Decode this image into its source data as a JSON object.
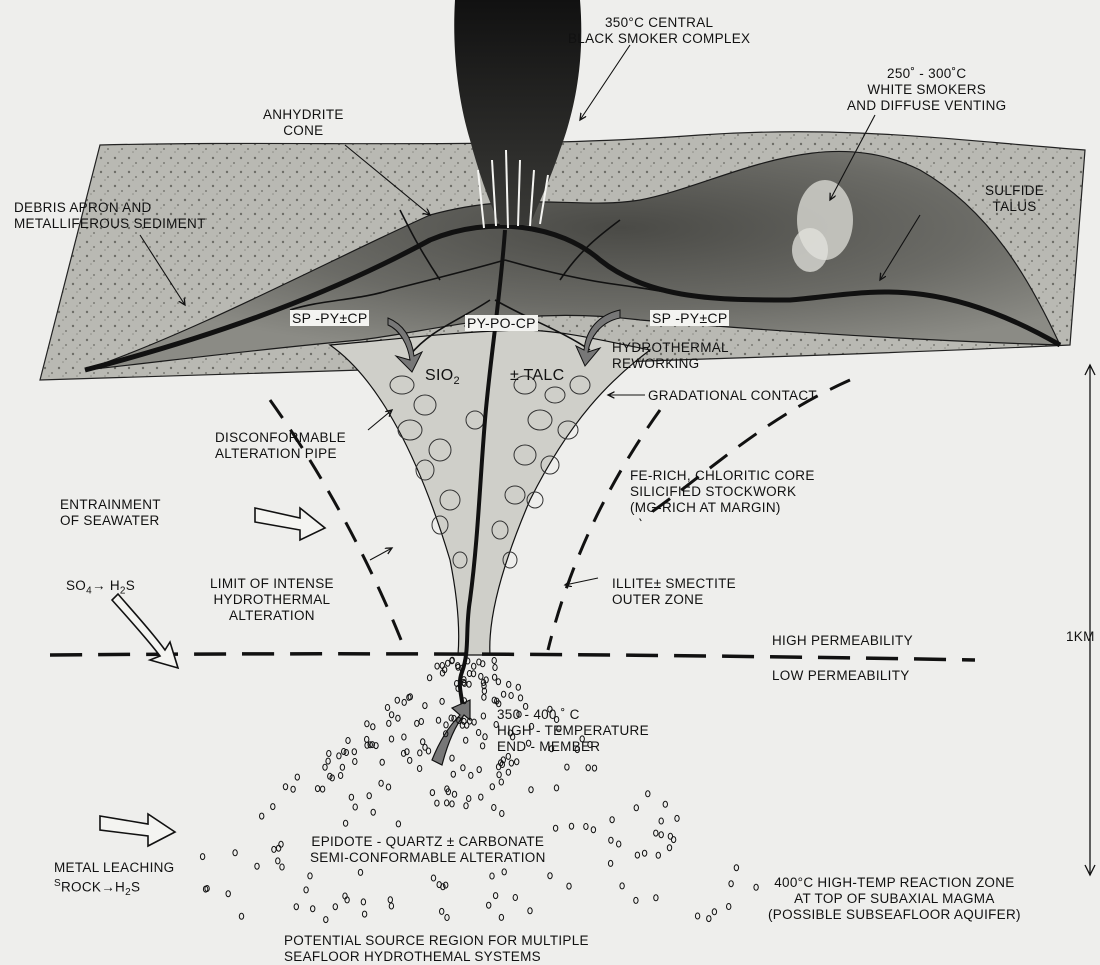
{
  "labels": {
    "black_smoker": [
      "350°C CENTRAL",
      "BLACK SMOKER COMPLEX"
    ],
    "white_smokers": [
      "250˚ - 300˚C",
      "WHITE SMOKERS",
      "AND DIFFUSE VENTING"
    ],
    "anhydrite_cone": [
      "ANHYDRITE",
      "CONE"
    ],
    "sulfide_talus": [
      "SULFIDE",
      "TALUS"
    ],
    "debris_apron": [
      "DEBRIS APRON AND",
      "METALLIFEROUS SEDIMENT"
    ],
    "sp_py_cp_left": "SP -PY±CP",
    "py_po_cp": "PY-PO-CP",
    "sp_py_cp_right": "SP -PY±CP",
    "hydrothermal_reworking": [
      "HYDROTHERMAL",
      "REWORKING"
    ],
    "sio2": "SIO",
    "sio2_sub": "2",
    "talc": "± TALC",
    "gradational_contact": "GRADATIONAL CONTACT",
    "disconformable": [
      "DISCONFORMABLE",
      "ALTERATION PIPE"
    ],
    "fe_rich": [
      "FE-RICH, CHLORITIC CORE",
      "SILICIFIED STOCKWORK",
      "(MG-RICH AT MARGIN)"
    ],
    "entrainment": [
      "ENTRAINMENT",
      "OF SEAWATER"
    ],
    "so4_main": "SO",
    "so4_sub": "4",
    "h2s_main": "H",
    "h2s_sub": "2",
    "h2s_end": "S",
    "limit": [
      "LIMIT OF INTENSE",
      "HYDROTHERMAL",
      "ALTERATION"
    ],
    "illite": [
      "ILLITE± SMECTITE",
      "OUTER ZONE"
    ],
    "high_perm": "HIGH  PERMEABILITY",
    "low_perm": "LOW  PERMEABILITY",
    "scale": "1KM",
    "high_temp": [
      "350 - 400 ˚ C",
      "HIGH - TEMPERATURE",
      "END - MEMBER"
    ],
    "epidote": [
      "EPIDOTE - QUARTZ  ±  CARBONATE",
      "SEMI-CONFORMABLE ALTERATION"
    ],
    "metal_leaching": "METAL LEACHING",
    "s_rock": "S",
    "rock_sub": "ROCK",
    "h2s_b_main": "H",
    "h2s_b_sub": "2",
    "h2s_b_end": "S",
    "reaction_zone": [
      "400°C HIGH-TEMP REACTION ZONE",
      "AT TOP OF SUBAXIAL MAGMA",
      "(POSSIBLE SUBSEAFLOOR  AQUIFER)"
    ],
    "source_region": [
      "POTENTIAL SOURCE REGION FOR MULTIPLE",
      "SEAFLOOR HYDROTHEMAL SYSTEMS"
    ]
  }
}
